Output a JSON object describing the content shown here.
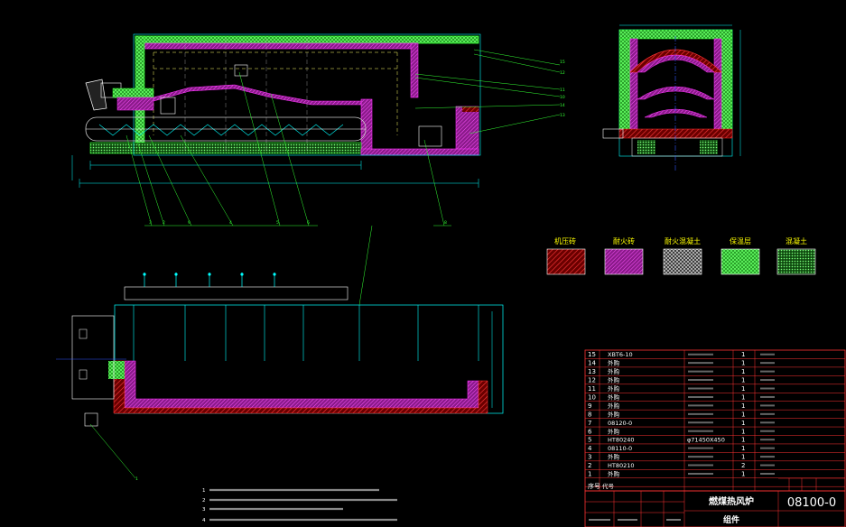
{
  "legend": {
    "items": [
      {
        "label": "机压砖",
        "pattern": "hatch-red"
      },
      {
        "label": "耐火砖",
        "pattern": "hatch-magenta"
      },
      {
        "label": "耐火混凝土",
        "pattern": "cross-white"
      },
      {
        "label": "保温层",
        "pattern": "cross-green"
      },
      {
        "label": "混凝土",
        "pattern": "dots-green"
      }
    ]
  },
  "bom": {
    "rows": [
      {
        "no": "15",
        "code": "XBT6-10",
        "qty": "1"
      },
      {
        "no": "14",
        "code": "外购",
        "qty": "1"
      },
      {
        "no": "13",
        "code": "外购",
        "qty": "1"
      },
      {
        "no": "12",
        "code": "外购",
        "qty": "1"
      },
      {
        "no": "11",
        "code": "外购",
        "qty": "1"
      },
      {
        "no": "10",
        "code": "外购",
        "qty": "1"
      },
      {
        "no": "9",
        "code": "外购",
        "qty": "1"
      },
      {
        "no": "8",
        "code": "外购",
        "qty": "1"
      },
      {
        "no": "7",
        "code": "08120-0",
        "qty": "1"
      },
      {
        "no": "6",
        "code": "外购",
        "qty": "1"
      },
      {
        "no": "5",
        "code": "HT80240",
        "spec": "φ71450X450",
        "qty": "1"
      },
      {
        "no": "4",
        "code": "08110-0",
        "qty": "1"
      },
      {
        "no": "3",
        "code": "外购",
        "qty": "1"
      },
      {
        "no": "2",
        "code": "HT80210",
        "qty": "2"
      },
      {
        "no": "1",
        "code": "外购",
        "qty": "1"
      }
    ],
    "header": {
      "no": "序号",
      "code": "代号"
    }
  },
  "title_block": {
    "drawing_no": "08100-0",
    "name": "燃煤热风炉",
    "sub": "组件"
  },
  "notes": {
    "n1": "1",
    "n2": "2",
    "n3": "3",
    "n4": "4"
  },
  "colors": {
    "magenta": "#ff33ff",
    "green": "#33ff33",
    "cyan": "#00ffff",
    "red": "#ff3333",
    "white": "#ffffff",
    "yellow": "#ffff00"
  }
}
